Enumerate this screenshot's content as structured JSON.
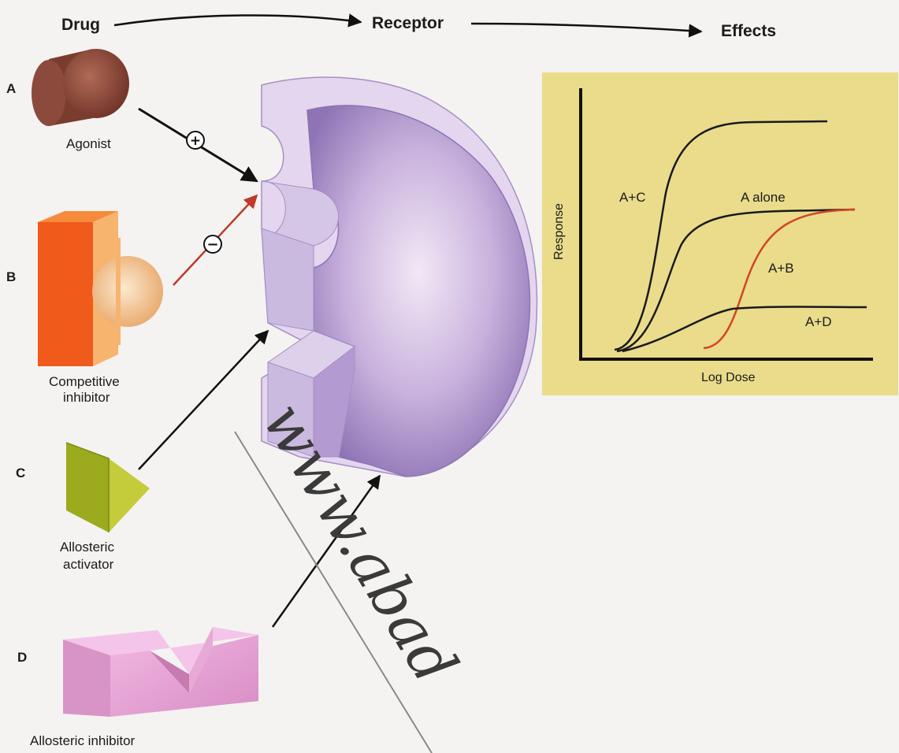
{
  "flow": {
    "drug": "Drug",
    "receptor": "Receptor",
    "effects": "Effects"
  },
  "drugs": [
    {
      "letter": "A",
      "caption_lines": [
        "Agonist"
      ],
      "sign": "+"
    },
    {
      "letter": "B",
      "caption_lines": [
        "Competitive",
        "inhibitor"
      ],
      "sign": "−"
    },
    {
      "letter": "C",
      "caption_lines": [
        "Allosteric",
        "activator"
      ]
    },
    {
      "letter": "D",
      "caption_lines": [
        "Allosteric inhibitor"
      ]
    }
  ],
  "graph": {
    "xlabel": "Log Dose",
    "ylabel": "Response",
    "curve_labels": {
      "ac": "A+C",
      "a_alone": "A alone",
      "ab": "A+B",
      "ad": "A+D"
    }
  },
  "watermark": "www.abad",
  "colors": {
    "graph_bg": "#eadc8b",
    "receptor": "#bda6d6",
    "agonist": "#8a4a3a",
    "competitive": "#f06a22",
    "activator": "#a8b828",
    "inhibitor": "#e49ad0",
    "competitive_arrow": "#c0392b",
    "curve_ab": "#d2452a"
  }
}
